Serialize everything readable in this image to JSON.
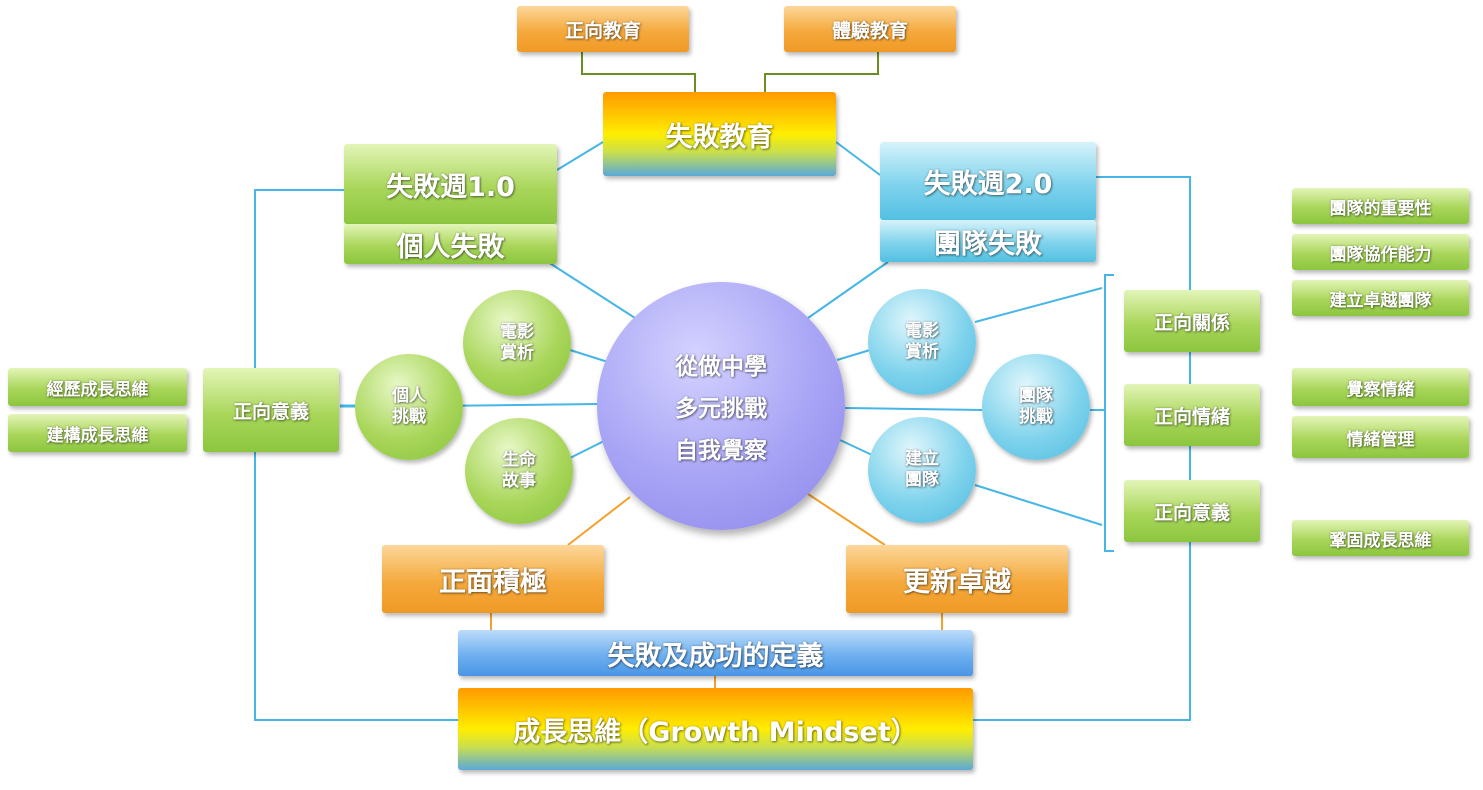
{
  "top": {
    "positive_edu": "正向教育",
    "experiential_edu": "體驗教育",
    "failure_edu": "失敗教育"
  },
  "week1": {
    "title": "失敗週1.0",
    "subtitle": "個人失敗"
  },
  "week2": {
    "title": "失敗週2.0",
    "subtitle": "團隊失敗"
  },
  "center": {
    "line1": "從做中學",
    "line2": "多元挑戰",
    "line3": "自我覺察"
  },
  "left_circles": {
    "movie": "電影\n賞析",
    "personal": "個人\n挑戰",
    "life": "生命\n故事"
  },
  "right_circles": {
    "movie": "電影\n賞析",
    "team": "團隊\n挑戰",
    "build": "建立\n團隊"
  },
  "left_side": {
    "meaning": "正向意義",
    "experience": "經歷成長思維",
    "construct": "建構成長思維"
  },
  "right_positive": {
    "relation": "正向關係",
    "emotion": "正向情緒",
    "meaning": "正向意義"
  },
  "right_outer": {
    "team_importance": "團隊的重要性",
    "team_cooperation": "團隊協作能力",
    "build_team": "建立卓越團隊",
    "aware_emotion": "覺察情緒",
    "manage_emotion": "情緒管理",
    "consolidate": "鞏固成長思維"
  },
  "bottom": {
    "positive": "正面積極",
    "renew": "更新卓越",
    "definition": "失敗及成功的定義",
    "growth": "成長思維（Growth Mindset）"
  },
  "colors": {
    "line_blue": "#45b6e5",
    "line_green": "#6b8e23",
    "line_orange": "#f5a02a",
    "center_purple": "#a7a3f5"
  }
}
